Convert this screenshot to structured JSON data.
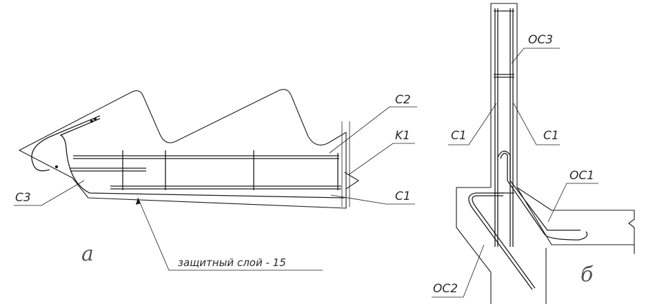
{
  "diagram_a": {
    "letter": "а",
    "labels": {
      "c2": "C2",
      "k1": "K1",
      "c1": "C1",
      "c3": "C3",
      "cover_note": "защитный слой - 15"
    }
  },
  "diagram_b": {
    "letter": "б",
    "labels": {
      "oc3": "OC3",
      "c1_left": "C1",
      "c1_right": "C1",
      "oc1": "OC1",
      "oc2": "OC2"
    }
  }
}
